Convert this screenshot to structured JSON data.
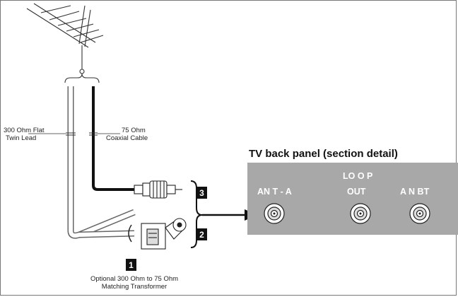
{
  "labels": {
    "twin_lead_line1": "300 Ohm Flat",
    "twin_lead_line2": "Twin Lead",
    "coax_line1": "75 Ohm",
    "coax_line2": "Coaxial Cable",
    "transformer_line1": "Optional 300 Ohm to 75 Ohm",
    "transformer_line2": "Matching Transformer"
  },
  "panel": {
    "title": "TV back panel (section detail)",
    "jack1_label": "AN T - A",
    "jack2_label_line1": "LO O P",
    "jack2_label_line2": "OUT",
    "jack3_label": "A N BT",
    "background_color": "#a8a8a8"
  },
  "steps": {
    "step1": "1",
    "step2": "2",
    "step3": "3"
  }
}
